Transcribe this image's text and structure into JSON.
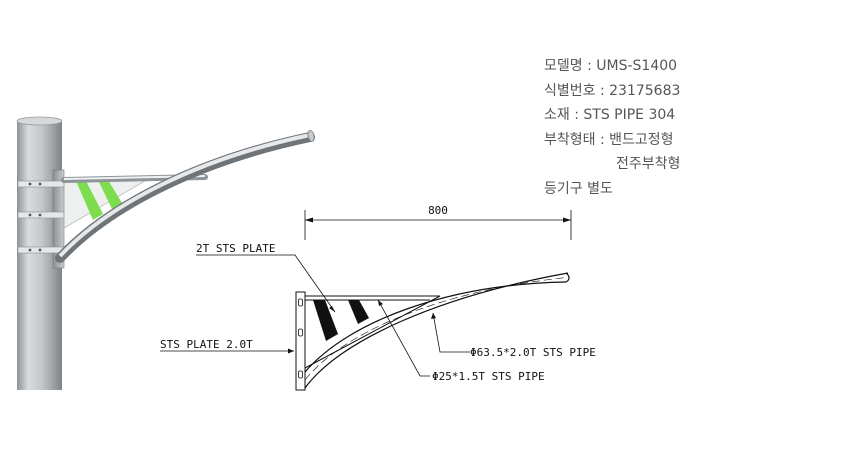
{
  "specs": {
    "model": "모델명 : UMS-S1400",
    "serial": "식별번호 : 23175683",
    "material": "소재 : STS PIPE 304",
    "mount_line1": "부착형태 : 밴드고정형",
    "mount_line2": "전주부착형",
    "lamp_note": "등기구 별도"
  },
  "drawing": {
    "dimension": "800",
    "labels": {
      "plate_top": "2T STS PLATE",
      "plate_side": "STS PLATE 2.0T",
      "main_pipe": "Φ63.5*2.0T STS PIPE",
      "brace_pipe": "Φ25*1.5T STS PIPE"
    }
  },
  "colors": {
    "brace_render": "#7ddd4e",
    "brace_drawing": "#111111",
    "pole": "#bfc3c6",
    "text": "#555555"
  }
}
